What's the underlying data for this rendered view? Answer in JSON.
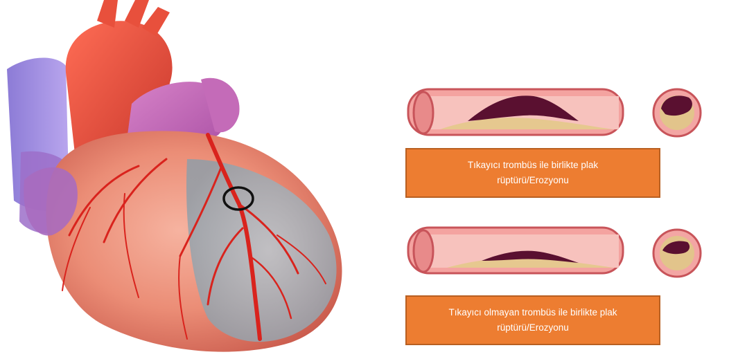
{
  "captions": {
    "occlusive": {
      "line1": "Tıkayıcı trombüs ile birlikte plak",
      "line2": "rüptürü/Erozyonu"
    },
    "non_occlusive": {
      "line1": "Tıkayıcı olmayan trombüs ile birlikte plak",
      "line2": "rüptürü/Erozyonu"
    }
  },
  "colors": {
    "caption_fill": "#ed7d31",
    "caption_border": "#b85f21",
    "caption_text": "#ffffff",
    "artery_wall": "#e7787a",
    "plaque": "#e2c48b",
    "thrombus": "#5a1030"
  }
}
